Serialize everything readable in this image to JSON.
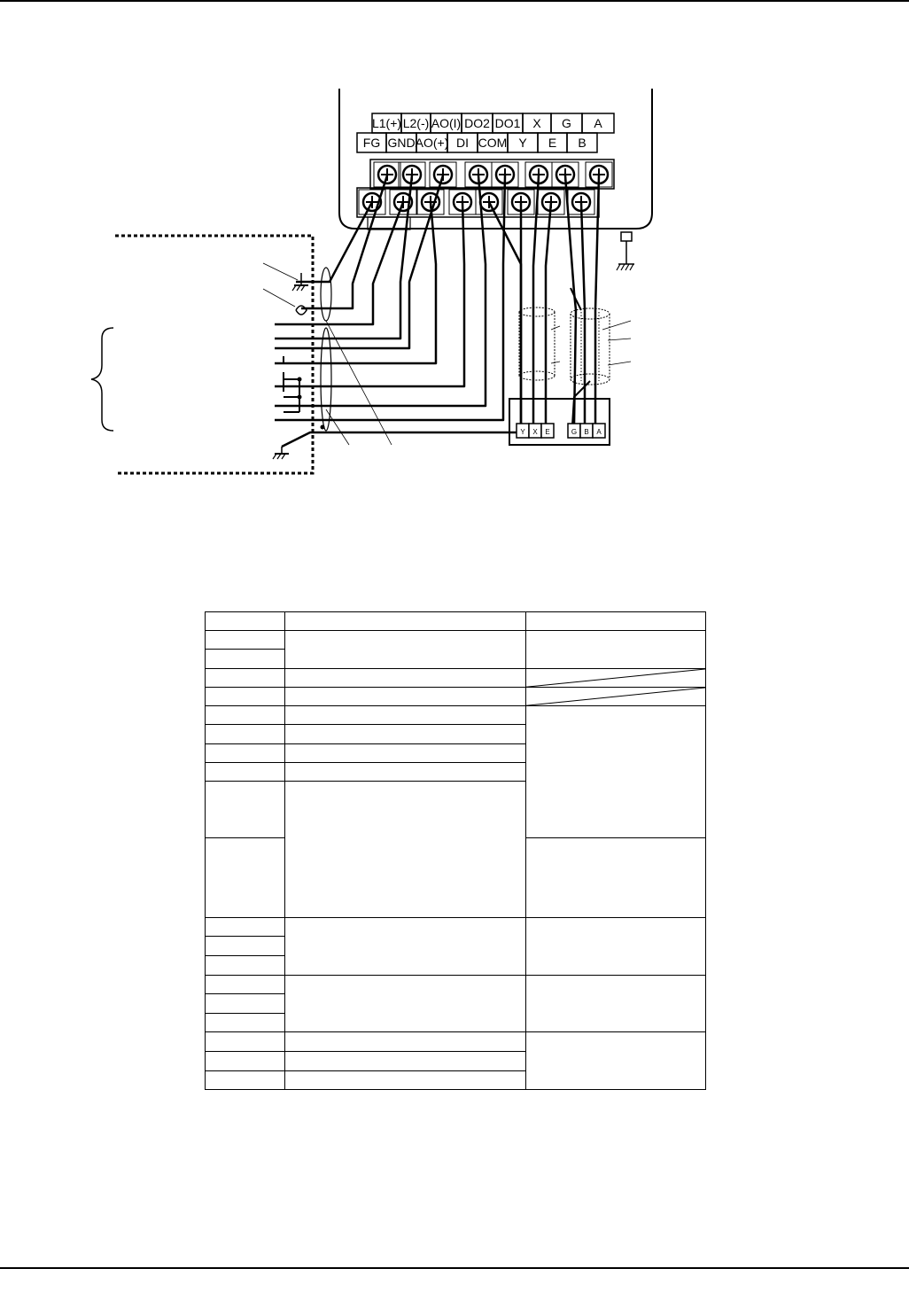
{
  "terminal_block": {
    "top_row": [
      "L1(+)",
      "L2(-)",
      "AO(I)",
      "DO2",
      "DO1",
      "X",
      "G",
      "A"
    ],
    "bottom_row": [
      "FG",
      "GND",
      "AO(+)",
      "DI",
      "COM",
      "Y",
      "E",
      "B"
    ]
  },
  "encoder_connector": {
    "left_pins": [
      "Y",
      "X",
      "E"
    ],
    "right_pins": [
      "G",
      "B",
      "A"
    ]
  },
  "table": {
    "rows": [
      {
        "c1": "",
        "c2": "",
        "c3": ""
      },
      {
        "c1": "",
        "c2": "",
        "c3": ""
      },
      {
        "c1": "",
        "c2": "",
        "c3": ""
      },
      {
        "c1": "",
        "c2": "",
        "c3": ""
      },
      {
        "c1": "",
        "c2": "",
        "c3": ""
      },
      {
        "c1": "",
        "c2": "",
        "c3": ""
      },
      {
        "c1": "",
        "c2": "",
        "c3": ""
      },
      {
        "c1": "",
        "c2": "",
        "c3": ""
      },
      {
        "c1": "",
        "c2": "",
        "c3": ""
      },
      {
        "c1": "",
        "c2": "",
        "c3": ""
      },
      {
        "c1": "",
        "c2": "",
        "c3": ""
      },
      {
        "c1": "",
        "c2": "",
        "c3": ""
      },
      {
        "c1": "",
        "c2": "",
        "c3": ""
      },
      {
        "c1": "",
        "c2": "",
        "c3": ""
      },
      {
        "c1": "",
        "c2": "",
        "c3": ""
      },
      {
        "c1": "",
        "c2": "",
        "c3": ""
      },
      {
        "c1": "",
        "c2": "",
        "c3": ""
      },
      {
        "c1": "",
        "c2": "",
        "c3": ""
      },
      {
        "c1": "",
        "c2": "",
        "c3": ""
      },
      {
        "c1": "",
        "c2": "",
        "c3": ""
      },
      {
        "c1": "",
        "c2": "",
        "c3": ""
      },
      {
        "c1": "",
        "c2": "",
        "c3": ""
      }
    ]
  }
}
